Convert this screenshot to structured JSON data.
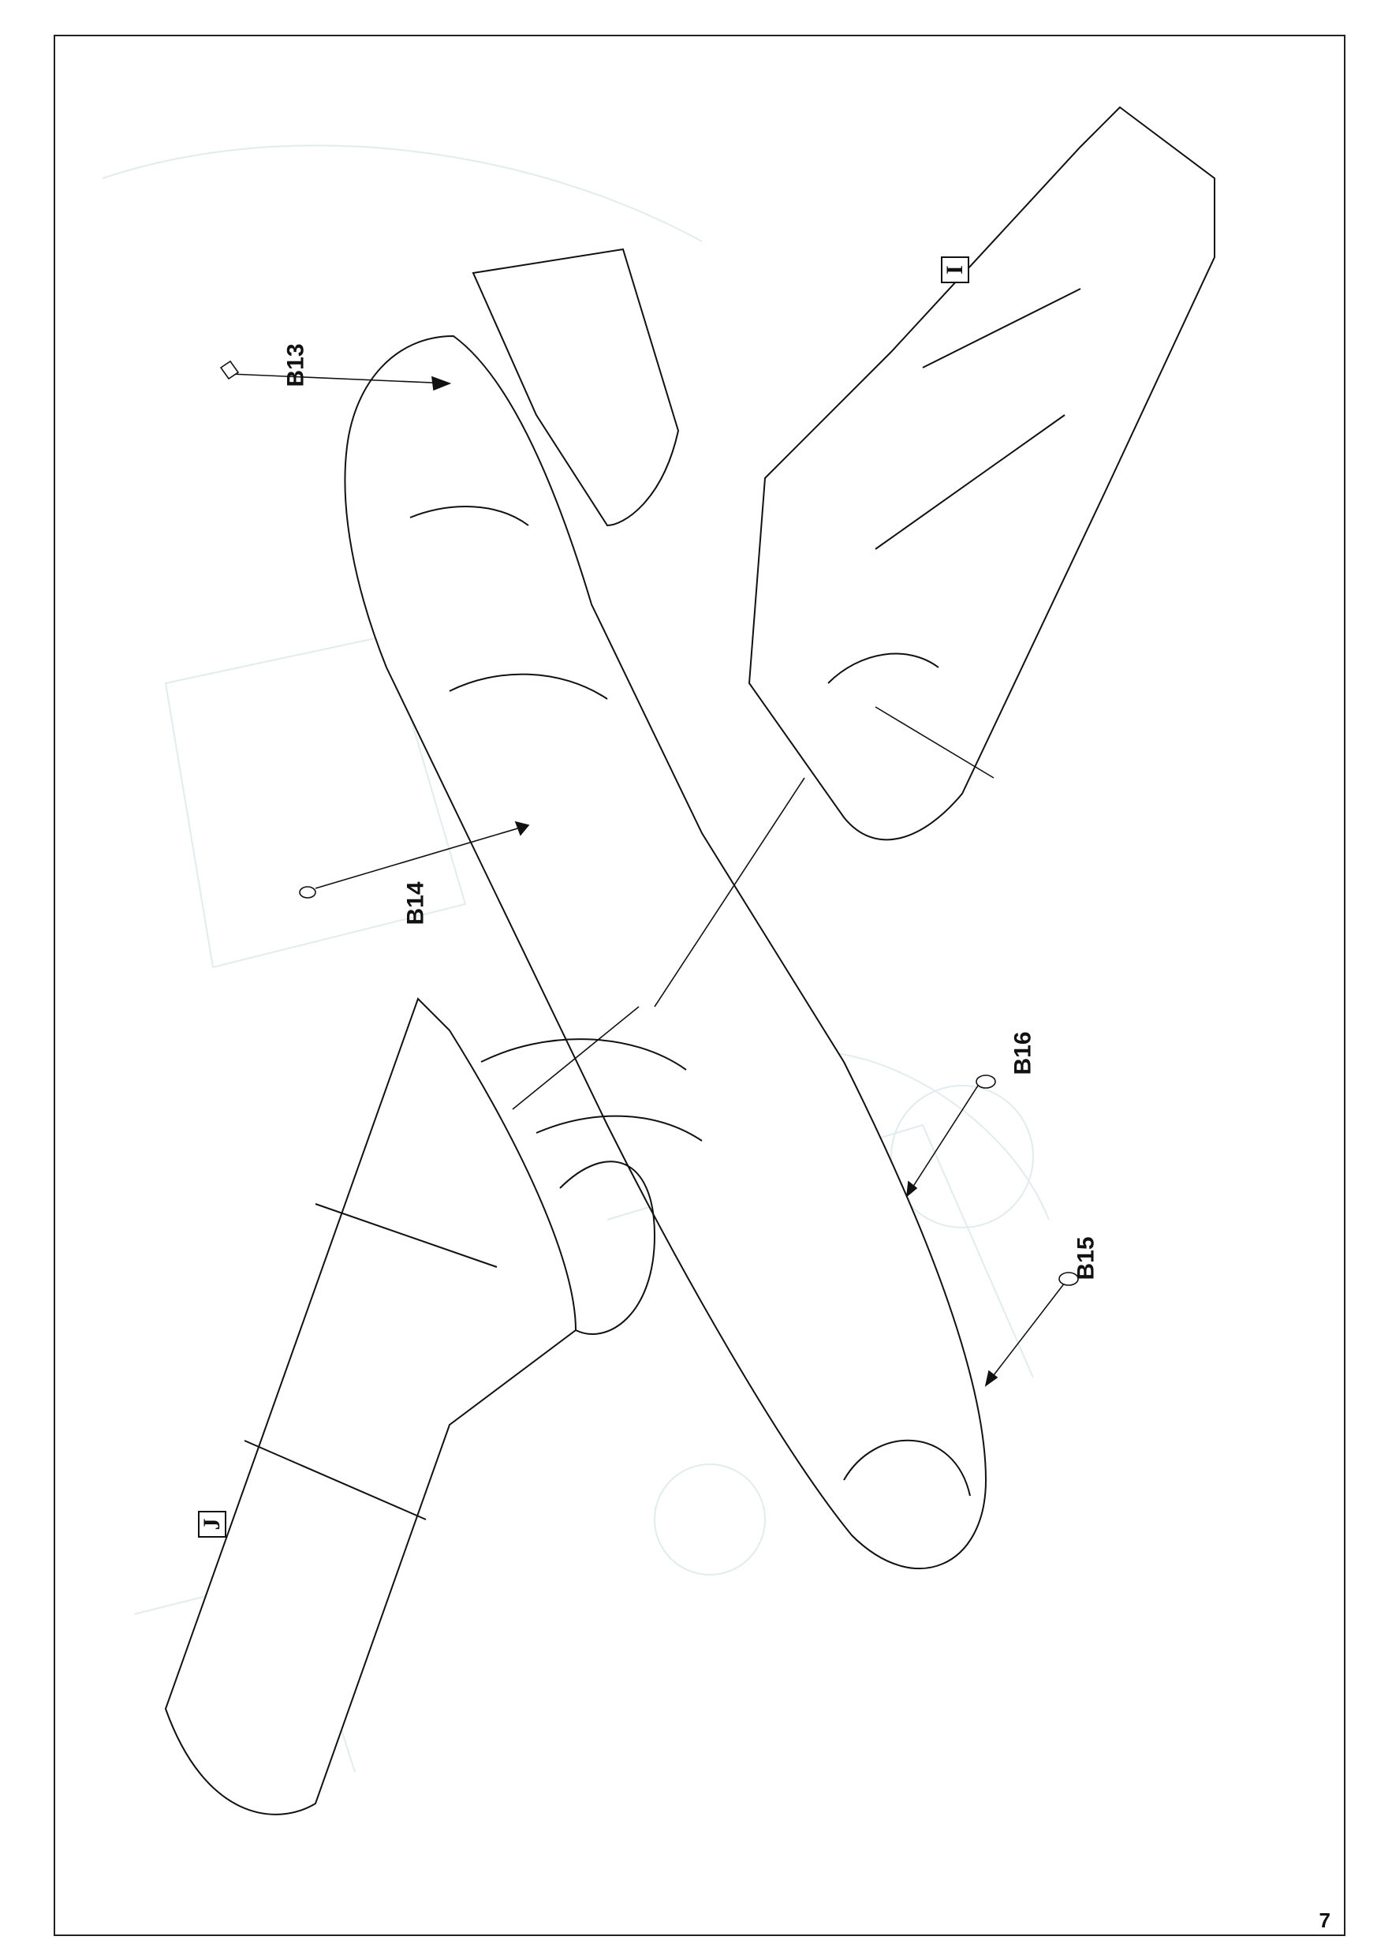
{
  "page": {
    "number": "7"
  },
  "callouts": {
    "b13": "B13",
    "b14": "B14",
    "b15": "B15",
    "b16": "B16"
  },
  "sections": {
    "i": "I",
    "j": "J"
  }
}
